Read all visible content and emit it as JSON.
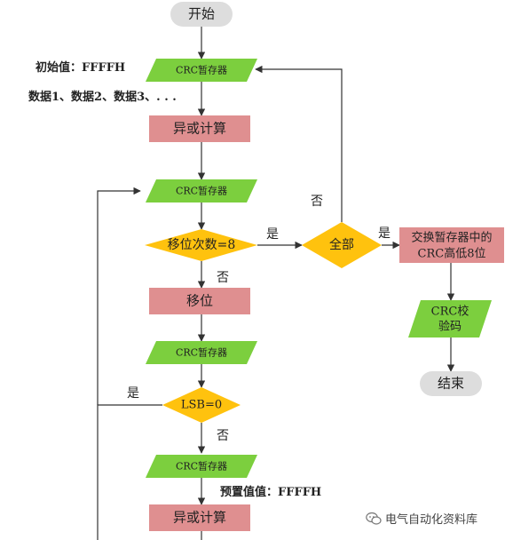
{
  "colors": {
    "terminal": "#dddddd",
    "register": "#7ccf3e",
    "process": "#df8f90",
    "decision": "#ffc20e",
    "line": "#333333"
  },
  "nodes": {
    "start": "开始",
    "reg1": "CRC暂存器",
    "xor1": "异或计算",
    "reg2": "CRC暂存器",
    "shift_check": "移位次数=8",
    "all_check": "全部",
    "swap_line1": "交换暂存器中的",
    "swap_line2": "CRC高低8位",
    "crc_out_line1": "CRC校",
    "crc_out_line2": "验码",
    "end": "结束",
    "shift": "移位",
    "reg3": "CRC暂存器",
    "lsb_check": "LSB=0",
    "reg4": "CRC暂存器",
    "xor2": "异或计算"
  },
  "annotations": {
    "init_value": "初始值：FFFFH",
    "data_list": "数据1、数据2、数据3、. . .",
    "preset_value": "预置值值：FFFFH"
  },
  "edge_labels": {
    "shift_yes": "是",
    "shift_no": "否",
    "all_yes": "是",
    "all_no": "否",
    "lsb_yes": "是",
    "lsb_no": "否"
  },
  "watermark": {
    "text": "电气自动化资料库",
    "icon": "wechat-icon"
  }
}
